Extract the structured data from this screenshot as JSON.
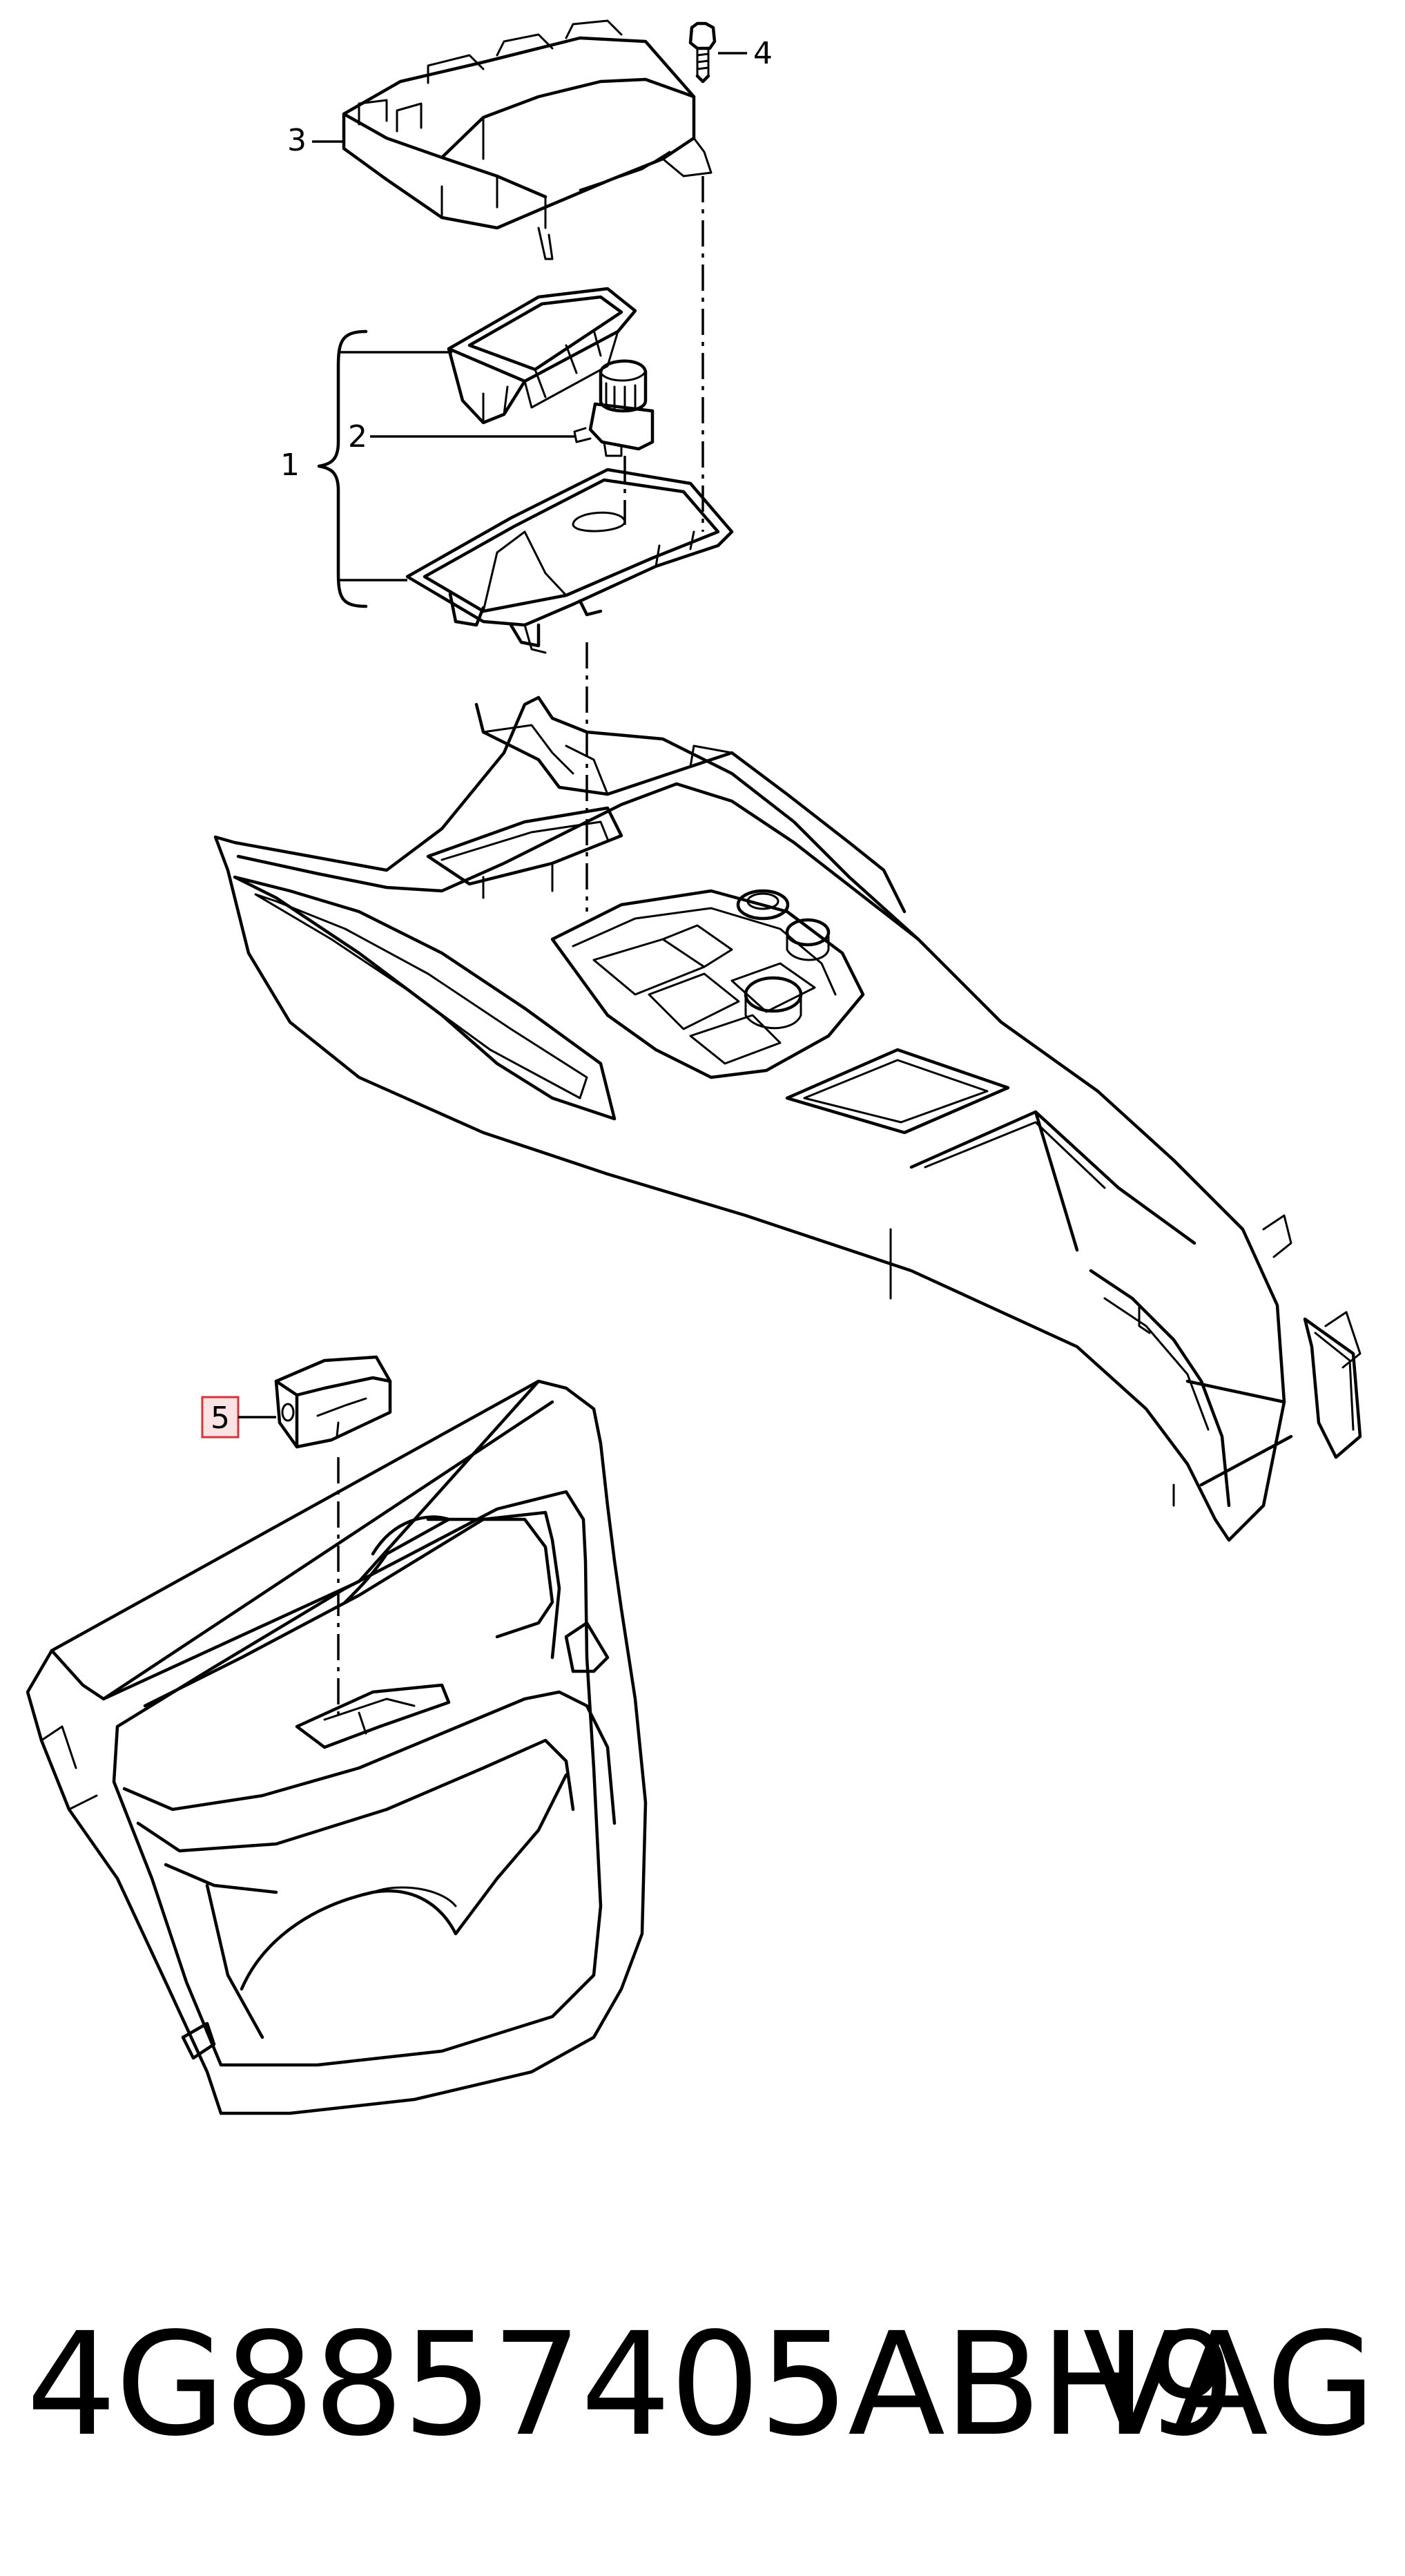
{
  "diagram": {
    "callouts": [
      {
        "id": "1",
        "label": "1",
        "highlighted": false
      },
      {
        "id": "2",
        "label": "2",
        "highlighted": false
      },
      {
        "id": "3",
        "label": "3",
        "highlighted": false
      },
      {
        "id": "4",
        "label": "4",
        "highlighted": false
      },
      {
        "id": "5",
        "label": "5",
        "highlighted": true
      }
    ],
    "colors": {
      "line": "#000000",
      "highlight_border": "#d9333a",
      "highlight_fill": "#fbe3e3",
      "background": "#ffffff"
    }
  },
  "footer": {
    "part_number": "4G8857405ABH9",
    "brand": "VAG"
  }
}
